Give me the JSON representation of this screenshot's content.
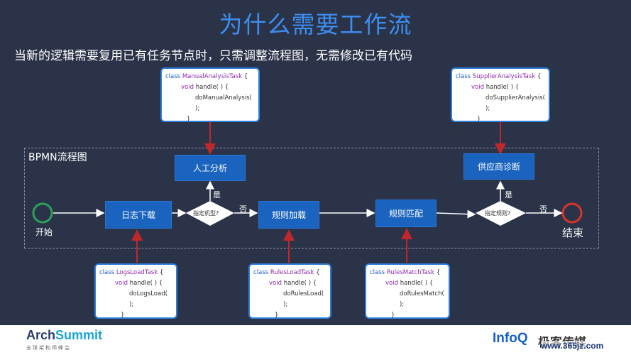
{
  "slide": {
    "title": "为什么需要工作流",
    "subtitle": "当新的逻辑需要复用已有任务节点时，只需调整流程图，无需修改已有代码",
    "bpmn_label": "BPMN流程图"
  },
  "flow": {
    "start": "开始",
    "end": "结束",
    "tasks": {
      "logs": "日志下载",
      "manual": "人工分析",
      "rules_load": "规则加载",
      "rules_match": "规则匹配",
      "supplier": "供应商诊断"
    },
    "gateways": {
      "type": "指定机型?",
      "rule": "指定规则?"
    },
    "labels": {
      "yes1": "是",
      "no1": "否",
      "yes2": "是",
      "no2": "否"
    }
  },
  "code": {
    "keyword_class": "class",
    "keyword_void": "void",
    "close": "}",
    "manual": {
      "cls": "ManualAnalysisTask",
      "open": "{",
      "method": "handle( ) {",
      "call": "doManualAnalysis( );",
      "inner_close": "}"
    },
    "supplier": {
      "cls": "SupplierAnalysisTask",
      "open": "{",
      "method": "handle( ) {",
      "call": "doSupplierAnalysis( );",
      "inner_close": "}"
    },
    "logs": {
      "cls": "LogsLoadTask",
      "open": "{",
      "method": "handle( ) {",
      "call": "doLogsLoad( );",
      "inner_close": "}"
    },
    "rules_load": {
      "cls": "RulesLoadTask",
      "open": "{",
      "method": "handle( ) {",
      "call": "doRulesLoad( );",
      "inner_close": "}"
    },
    "rules_match": {
      "cls": "RulesMatchTask",
      "open": "{",
      "method": "handle( ) {",
      "call": "doRulesMatch( );",
      "inner_close": "}"
    }
  },
  "footer": {
    "arch_a": "Arch",
    "arch_b": "Summit",
    "arch_sub": "全球架构师峰会",
    "infoq": "InfoQ",
    "infoq_cn": "极客传媒",
    "watermark": "www.365jz.com"
  },
  "colors": {
    "background": "#2b3348",
    "title": "#3d8ef0",
    "task": "#1a64c0",
    "start": "#2ca05a",
    "end": "#d9342b",
    "connector": "#c0272d"
  }
}
